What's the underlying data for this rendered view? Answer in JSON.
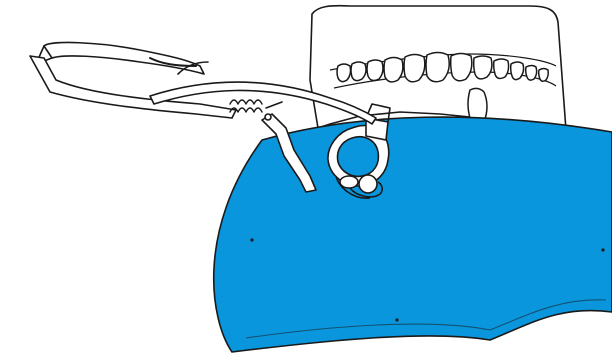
{
  "illustration": {
    "colors": {
      "background": "#ffffff",
      "outline": "#1a1a1a",
      "dam": "#0a96dc",
      "jaw_fill": "#ffffff",
      "clamp_hole": "#ffffff"
    },
    "parts": [
      "dental-model-jaw",
      "teeth",
      "rubber-dam-sheet",
      "rubber-dam-clamp",
      "clamp-forceps"
    ]
  }
}
